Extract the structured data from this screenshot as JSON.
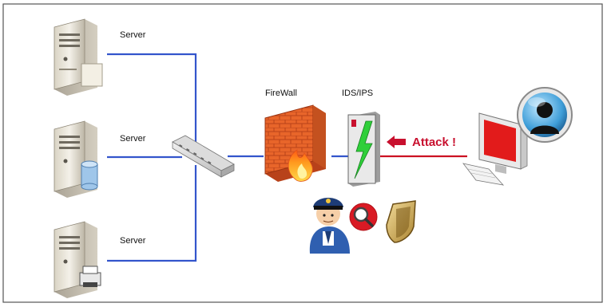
{
  "diagram": {
    "servers": [
      {
        "label": "Server",
        "variant": "plain"
      },
      {
        "label": "Server",
        "variant": "database"
      },
      {
        "label": "Server",
        "variant": "printer"
      }
    ],
    "firewall_label": "FireWall",
    "ids_label": "IDS/IPS",
    "attack_label": "Attack !",
    "colors": {
      "network_line": "#3355cc",
      "attack_line": "#cc1122",
      "firewall": "#e8652a",
      "frame": "#555555"
    },
    "icons": [
      "server-tower-icon",
      "switch-hub-icon",
      "firewall-brick-icon",
      "ids-lightning-icon",
      "attacker-computer-icon",
      "anonymous-user-icon",
      "security-guard-icon",
      "magnifier-icon",
      "shield-icon"
    ]
  }
}
